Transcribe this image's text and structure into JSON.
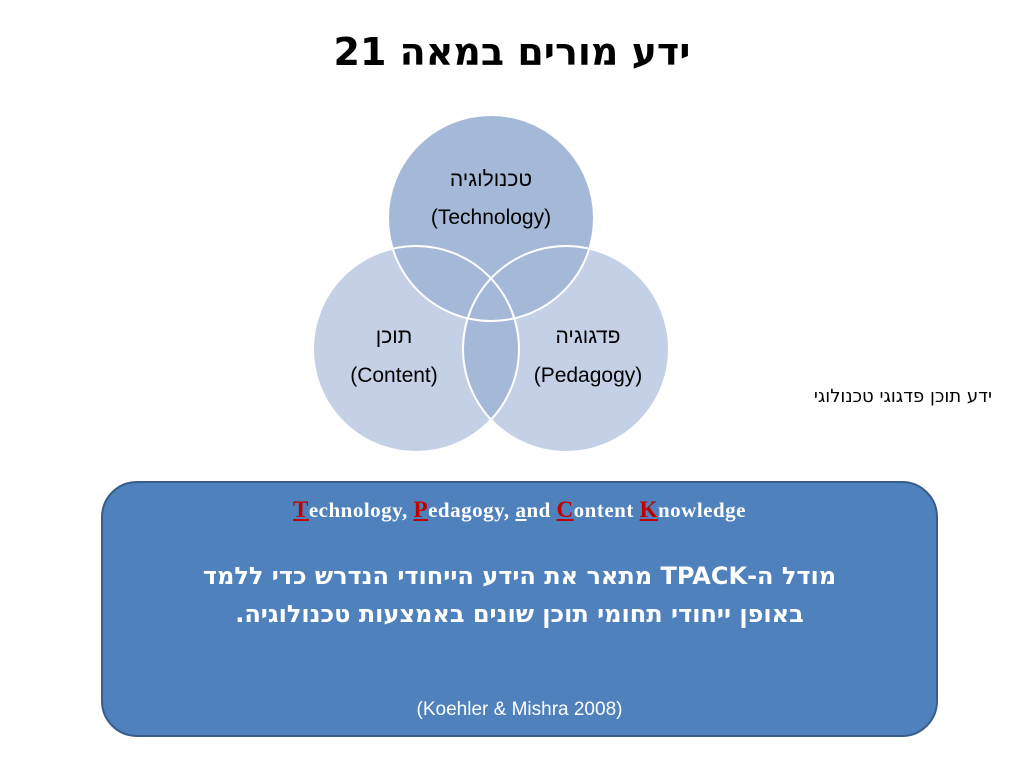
{
  "slide": {
    "title": "ידע מורים במאה 21",
    "side_label": "ידע תוכן פדגוגי טכנולוגי"
  },
  "venn": {
    "technology": {
      "he": "טכנולוגיה",
      "en": "(Technology)"
    },
    "content": {
      "he": "תוכן",
      "en": "(Content)"
    },
    "pedagogy": {
      "he": "פדגוגיה",
      "en": "(Pedagogy)"
    }
  },
  "box": {
    "acronym": {
      "t1": "T",
      "t2": "echnology, ",
      "p1": "P",
      "p2": "edagogy, ",
      "a1": "a",
      "a2": "nd ",
      "c1": "C",
      "c2": "ontent ",
      "k1": "K",
      "k2": "nowledge"
    },
    "description_line1": "מודל ה-TPACK מתאר את הידע הייחודי הנדרש כדי ללמד",
    "description_line2": "באופן ייחודי תחומי תוכן שונים באמצעות טכנולוגיה.",
    "citation": "(Koehler & Mishra 2008)"
  },
  "colors": {
    "circle_fill": "#c3d0e5",
    "circle_overlap": "#a4b8d7",
    "box_fill": "#4f81bd",
    "box_border": "#385d8a",
    "highlight": "#c00000"
  }
}
